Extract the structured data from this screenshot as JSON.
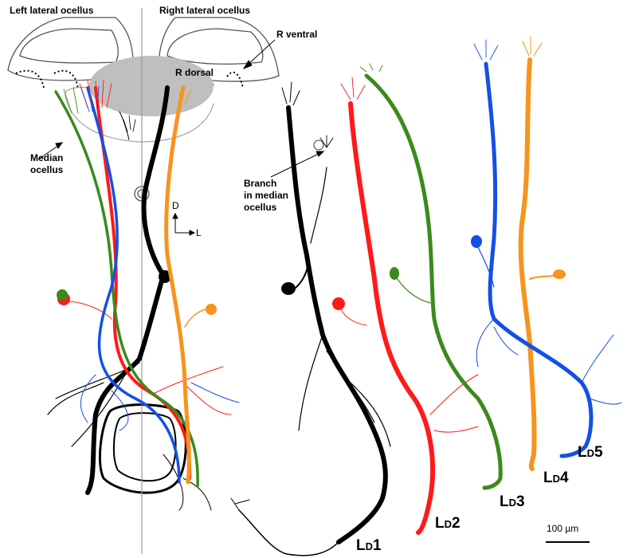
{
  "labels": {
    "left_lateral_ocellus": "Left lateral ocellus",
    "right_lateral_ocellus": "Right lateral ocellus",
    "r_ventral": "R ventral",
    "r_dorsal": "R dorsal",
    "median_ocellus_line1": "Median",
    "median_ocellus_line2": "ocellus",
    "branch_line1": "Branch",
    "branch_line2": "in median",
    "branch_line3": "ocellus",
    "axis_d": "D",
    "axis_l": "L",
    "scale_bar": "100 µm"
  },
  "neurons": [
    {
      "id": "LD1",
      "prefix": "L",
      "sub": "D",
      "num": "1",
      "color": "#000000"
    },
    {
      "id": "LD2",
      "prefix": "L",
      "sub": "D",
      "num": "2",
      "color": "#ff1a1a"
    },
    {
      "id": "LD3",
      "prefix": "L",
      "sub": "D",
      "num": "3",
      "color": "#3a8a1c"
    },
    {
      "id": "LD4",
      "prefix": "L",
      "sub": "D",
      "num": "4",
      "color": "#f7941d"
    },
    {
      "id": "LD5",
      "prefix": "L",
      "sub": "D",
      "num": "5",
      "color": "#1450e6"
    }
  ],
  "colors": {
    "outline": "#555555",
    "dorsal_region": "#bfbfbf",
    "midline": "#999999"
  }
}
